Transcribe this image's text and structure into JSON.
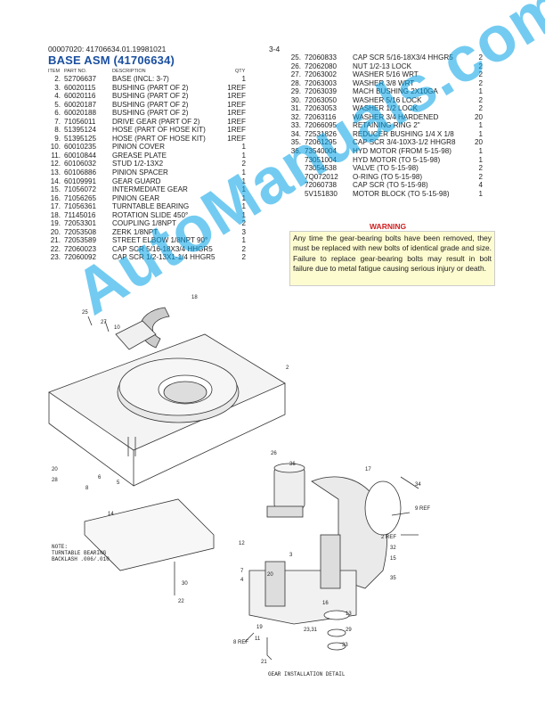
{
  "header": {
    "doc_id": "00007020: 41706634.01.19981021",
    "page": "3-4",
    "title": "BASE ASM (41706634)"
  },
  "columns": {
    "item": "ITEM",
    "part_no": "PART NO.",
    "description": "DESCRIPTION",
    "qty": "QTY"
  },
  "left_parts": [
    {
      "num": "2.",
      "pn": "52706637",
      "desc": "BASE (INCL: 3-7)",
      "qty": "1"
    },
    {
      "num": "3.",
      "pn": "60020115",
      "desc": "BUSHING (PART OF 2)",
      "qty": "1REF"
    },
    {
      "num": "4.",
      "pn": "60020116",
      "desc": "BUSHING (PART OF 2)",
      "qty": "1REF"
    },
    {
      "num": "5.",
      "pn": "60020187",
      "desc": "BUSHING (PART OF 2)",
      "qty": "1REF"
    },
    {
      "num": "6.",
      "pn": "60020188",
      "desc": "BUSHING (PART OF 2)",
      "qty": "1REF"
    },
    {
      "num": "7.",
      "pn": "71056011",
      "desc": "DRIVE GEAR (PART OF 2)",
      "qty": "1REF"
    },
    {
      "num": "8.",
      "pn": "51395124",
      "desc": "HOSE (PART OF HOSE KIT)",
      "qty": "1REF"
    },
    {
      "num": "9.",
      "pn": "51395125",
      "desc": "HOSE (PART OF HOSE KIT)",
      "qty": "1REF"
    },
    {
      "num": "10.",
      "pn": "60010235",
      "desc": "PINION COVER",
      "qty": "1"
    },
    {
      "num": "11.",
      "pn": "60010844",
      "desc": "GREASE PLATE",
      "qty": "1"
    },
    {
      "num": "12.",
      "pn": "60106032",
      "desc": "STUD 1/2-13X2",
      "qty": "2"
    },
    {
      "num": "13.",
      "pn": "60106886",
      "desc": "PINION SPACER",
      "qty": "1"
    },
    {
      "num": "14.",
      "pn": "60109991",
      "desc": "GEAR GUARD",
      "qty": "1"
    },
    {
      "num": "15.",
      "pn": "71056072",
      "desc": "INTERMEDIATE GEAR",
      "qty": "1"
    },
    {
      "num": "16.",
      "pn": "71056265",
      "desc": "PINION GEAR",
      "qty": "1"
    },
    {
      "num": "17.",
      "pn": "71056361",
      "desc": "TURNTABLE BEARING",
      "qty": "1"
    },
    {
      "num": "18.",
      "pn": "71145016",
      "desc": "ROTATION SLIDE 450°",
      "qty": "1"
    },
    {
      "num": "19.",
      "pn": "72053301",
      "desc": "COUPLING 1/8NPT",
      "qty": "2"
    },
    {
      "num": "20.",
      "pn": "72053508",
      "desc": "ZERK 1/8NPT",
      "qty": "3"
    },
    {
      "num": "21.",
      "pn": "72053589",
      "desc": "STREET ELBOW 1/8NPT 90°",
      "qty": "1"
    },
    {
      "num": "22.",
      "pn": "72060023",
      "desc": "CAP SCR 5/16-18X3/4 HHGR5",
      "qty": "2"
    },
    {
      "num": "23.",
      "pn": "72060092",
      "desc": "CAP SCR 1/2-13X1-1/4 HHGR5",
      "qty": "2"
    }
  ],
  "right_parts": [
    {
      "num": "25.",
      "pn": "72060833",
      "desc": "CAP SCR 5/16-18X3/4 HHGR5",
      "qty": "2"
    },
    {
      "num": "26.",
      "pn": "72062080",
      "desc": "NUT 1/2-13 LOCK",
      "qty": "2"
    },
    {
      "num": "27.",
      "pn": "72063002",
      "desc": "WASHER 5/16 WRT",
      "qty": "2"
    },
    {
      "num": "28.",
      "pn": "72063003",
      "desc": "WASHER 3/8 WRT",
      "qty": "2"
    },
    {
      "num": "29.",
      "pn": "72063039",
      "desc": "MACH BUSHING 2X10GA",
      "qty": "1"
    },
    {
      "num": "30.",
      "pn": "72063050",
      "desc": "WASHER 5/16 LOCK",
      "qty": "2"
    },
    {
      "num": "31.",
      "pn": "72063053",
      "desc": "WASHER 1/2 LOCK",
      "qty": "2"
    },
    {
      "num": "32.",
      "pn": "72063116",
      "desc": "WASHER 3/4 HARDENED",
      "qty": "20"
    },
    {
      "num": "33.",
      "pn": "72066095",
      "desc": "RETAINING RING 2\"",
      "qty": "1"
    },
    {
      "num": "34.",
      "pn": "72531826",
      "desc": "REDUCER BUSHING 1/4 X 1/8",
      "qty": "1"
    },
    {
      "num": "35.",
      "pn": "72061295",
      "desc": "CAP SCR 3/4-10X3-1/2 HHGR8",
      "qty": "20"
    },
    {
      "num": "36.",
      "pn": "73540004",
      "desc": "HYD MOTOR (FROM 5-15-98)",
      "qty": "1"
    },
    {
      "num": "",
      "pn": "73051004",
      "desc": "HYD MOTOR (TO 5-15-98)",
      "qty": "1"
    },
    {
      "num": "",
      "pn": "73054538",
      "desc": "VALVE (TO 5-15-98)",
      "qty": "2"
    },
    {
      "num": "",
      "pn": "7Q072012",
      "desc": "O-RING (TO 5-15-98)",
      "qty": "2"
    },
    {
      "num": "",
      "pn": "72060738",
      "desc": "CAP SCR (TO 5-15-98)",
      "qty": "4"
    },
    {
      "num": "",
      "pn": "5V151830",
      "desc": "MOTOR BLOCK (TO 5-15-98)",
      "qty": "1"
    }
  ],
  "warning": {
    "title": "WARNING",
    "text": "Any time the gear-bearing bolts have been removed, they must be replaced with new bolts of identical grade and size. Failure to replace gear-bearing bolts may result in bolt failure due to metal fatigue causing serious injury or death.",
    "bg_color": "#fdfbd0",
    "title_color": "#d02020"
  },
  "watermark": "AutoManuals.com",
  "diagram": {
    "note_lines": [
      "NOTE:",
      "TURNTABLE BEARING",
      "BACKLASH .006/.010"
    ],
    "detail_caption": "GEAR INSTALLATION DETAIL",
    "callouts": {
      "c25": "25",
      "c27": "27",
      "c18": "18",
      "c10": "10",
      "c2a": "2",
      "c20a": "20",
      "c28": "28",
      "c8": "8",
      "c6": "6",
      "c5": "5",
      "c14": "14",
      "c30": "30",
      "c22": "22",
      "c26": "26",
      "c36": "36",
      "c17": "17",
      "c34": "34",
      "c9ref": "9 REF",
      "c2ref": "2 REF",
      "c32": "32",
      "c15": "15",
      "c35": "35",
      "c12": "12",
      "c3": "3",
      "c7": "7",
      "c4": "4",
      "c20b": "20",
      "c19": "19",
      "c16": "16",
      "c13": "13",
      "c29": "29",
      "c11": "11",
      "c2331": "23,31",
      "c33": "33",
      "c8ref": "8 REF",
      "c21": "21"
    }
  }
}
